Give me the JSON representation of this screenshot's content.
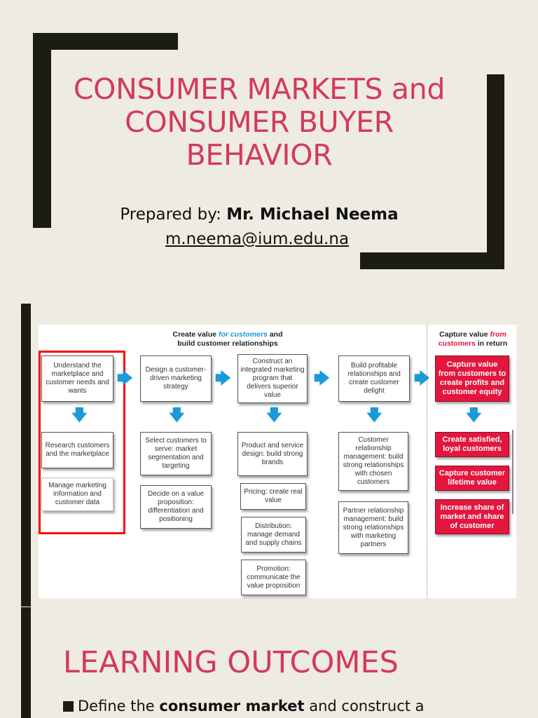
{
  "slide1": {
    "title_lines": [
      "CONSUMER MARKETS and",
      "CONSUMER BUYER",
      "BEHAVIOR"
    ],
    "prepared_label": "Prepared by: ",
    "presenter": "Mr. Michael Neema",
    "email": "m.neema@ium.edu.na",
    "colors": {
      "title": "#d33a5a",
      "frame": "#1c1c10",
      "background": "#eeebe3"
    }
  },
  "slide2": {
    "diagram": {
      "header_left": {
        "part1": "Create value ",
        "part2": "for customers",
        "part3": " and",
        "line2": "build customer relationships"
      },
      "header_right": {
        "part1": "Capture value ",
        "part2": "from",
        "line2a": "customers",
        "line2b": " in return"
      },
      "columns": [
        {
          "top": "Understand the marketplace and customer needs and wants",
          "subs": [
            "Research customers and the marketplace",
            "Manage marketing information and customer data"
          ]
        },
        {
          "top": "Design a customer-driven marketing strategy",
          "subs": [
            "Select customers to serve: market segmentation and targeting",
            "Decide on a value proposition: differentiation and positioning"
          ]
        },
        {
          "top": "Construct an integrated marketing program that delivers superior value",
          "subs": [
            "Product and service design: build strong brands",
            "Pricing: create real value",
            "Distribution: manage demand and supply chains",
            "Promotion: communicate the value proposition"
          ]
        },
        {
          "top": "Build profitable relationships and create customer delight",
          "subs": [
            "Customer relationship management: build strong relationships with chosen customers",
            "Partner relationship management: build strong relationships with marketing partners"
          ]
        },
        {
          "top": "Capture value from customers to create profits and customer equity",
          "subs": [
            "Create satisfied, loyal customers",
            "Capture customer lifetime value",
            "Increase share of market and share of customer"
          ]
        }
      ],
      "colors": {
        "arrow": "#1a9ad7",
        "capture_box": "#e3173e",
        "highlight_frame": "#ff0000"
      }
    }
  },
  "slide3": {
    "title": "LEARNING OUTCOMES",
    "bullet": {
      "pre": "Define the ",
      "bold": "consumer market",
      "post": " and construct a"
    }
  }
}
